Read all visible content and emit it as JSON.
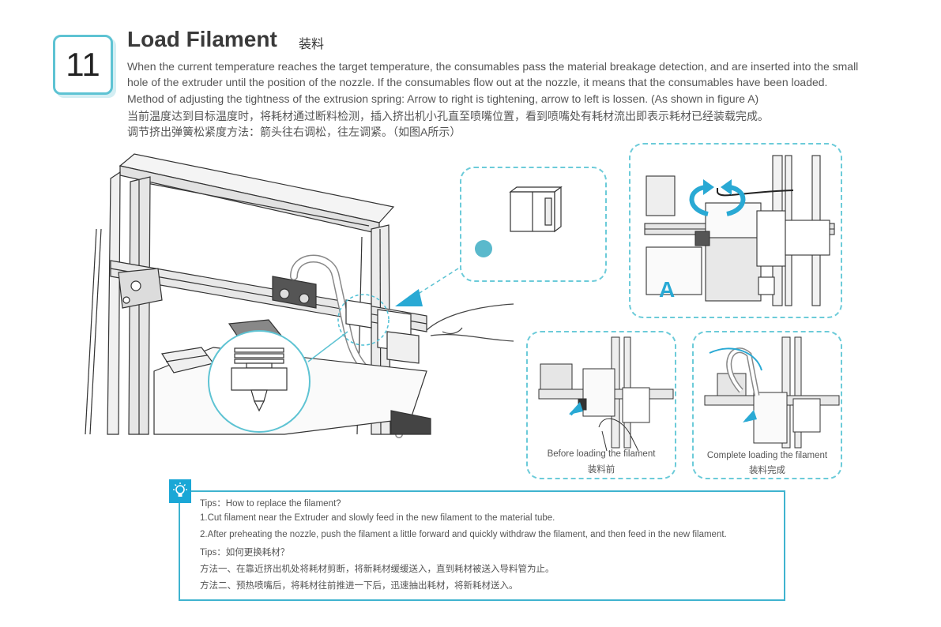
{
  "step": {
    "number": "11"
  },
  "header": {
    "title": "Load Filament",
    "title_cn": "装料"
  },
  "description": {
    "line1": "When the current temperature reaches the target temperature, the consumables pass the material breakage detection, and are inserted into the small",
    "line2": "hole of the extruder until the position of the nozzle. If the consumables flow out at the nozzle, it means that the consumables have been loaded.",
    "line3": "Method of adjusting the tightness of the extrusion spring: Arrow to right is tightening, arrow to left is lossen. (As shown in figure A)",
    "line4": "当前温度达到目标温度时，将耗材通过断料检测，插入挤出机小孔直至喷嘴位置，看到喷嘴处有耗材流出即表示耗材已经装载完成。",
    "line5": "调节挤出弹簧松紧度方法：箭头往右调松，往左调紧。（如图A所示）"
  },
  "figures": {
    "figure_a_label": "A",
    "before": {
      "caption_en": "Before loading the filament",
      "caption_cn": "装料前"
    },
    "complete": {
      "caption_en": "Complete loading the filament",
      "caption_cn": "装料完成"
    }
  },
  "tips": {
    "icon": "lightbulb-icon",
    "heading_en": "Tips：How to replace the filament?",
    "step1_en": "1.Cut filament near the Extruder and slowly feed in the new filament to the material tube.",
    "step2_en": "2.After preheating the nozzle, push the filament a little forward and quickly withdraw the filament, and then feed in the new filament.",
    "heading_cn": "Tips：如何更换耗材？",
    "step1_cn": "方法一、在靠近挤出机处将耗材剪断，将新耗材缓缓送入，直到耗材被送入导料管为止。",
    "step2_cn": "方法二、预热喷嘴后，将耗材往前推进一下后，迅速抽出耗材，将新耗材送入。"
  },
  "colors": {
    "accent": "#5ec3d3",
    "arrow": "#29a9d4",
    "tips_border": "#3fb3cf"
  }
}
